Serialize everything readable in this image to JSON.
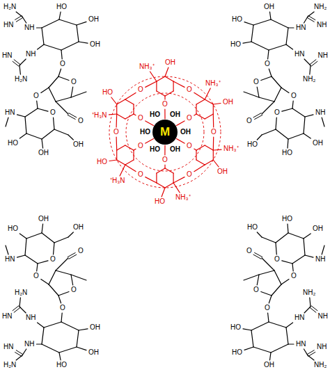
{
  "diagram": {
    "nodes": [
      {
        "text": [
          "M"
        ]
      }
    ],
    "labels": [
      "OH",
      "OH",
      "HO",
      "HO",
      "HO",
      "OH",
      "O",
      "O",
      "O",
      "O",
      "O",
      "O",
      "O",
      "O",
      "O",
      "O",
      "O",
      "O",
      "NH₃⁺",
      "NH₃⁺",
      "⁺H₃N",
      "⁺H₃N",
      "NH₃⁺",
      "NH₃⁺",
      "OH",
      "HO",
      "HO",
      "HO",
      "OH",
      "OH",
      "H₂N",
      "HN",
      "NH",
      "HO",
      "OH",
      "OH",
      "O",
      "NH",
      "HN",
      "H₂N",
      "O",
      "O",
      "O",
      "O",
      "HN",
      "HO",
      "OH",
      "OH",
      "NH₂",
      "NH",
      "HN",
      "OH",
      "HO",
      "HO",
      "O",
      "HN",
      "NH",
      "NH₂",
      "O",
      "O",
      "O",
      "O",
      "NH",
      "OH",
      "HO",
      "HO",
      "H₂N",
      "HN",
      "NH",
      "HO",
      "OH",
      "OH",
      "O",
      "NH",
      "HN",
      "H₂N",
      "O",
      "O",
      "O",
      "O",
      "HN",
      "HO",
      "OH",
      "OH",
      "NH₂",
      "NH",
      "HN",
      "OH",
      "HO",
      "HO",
      "O",
      "HN",
      "NH",
      "NH₂",
      "O",
      "O",
      "O",
      "O",
      "NH",
      "OH",
      "HO",
      "HO"
    ]
  }
}
